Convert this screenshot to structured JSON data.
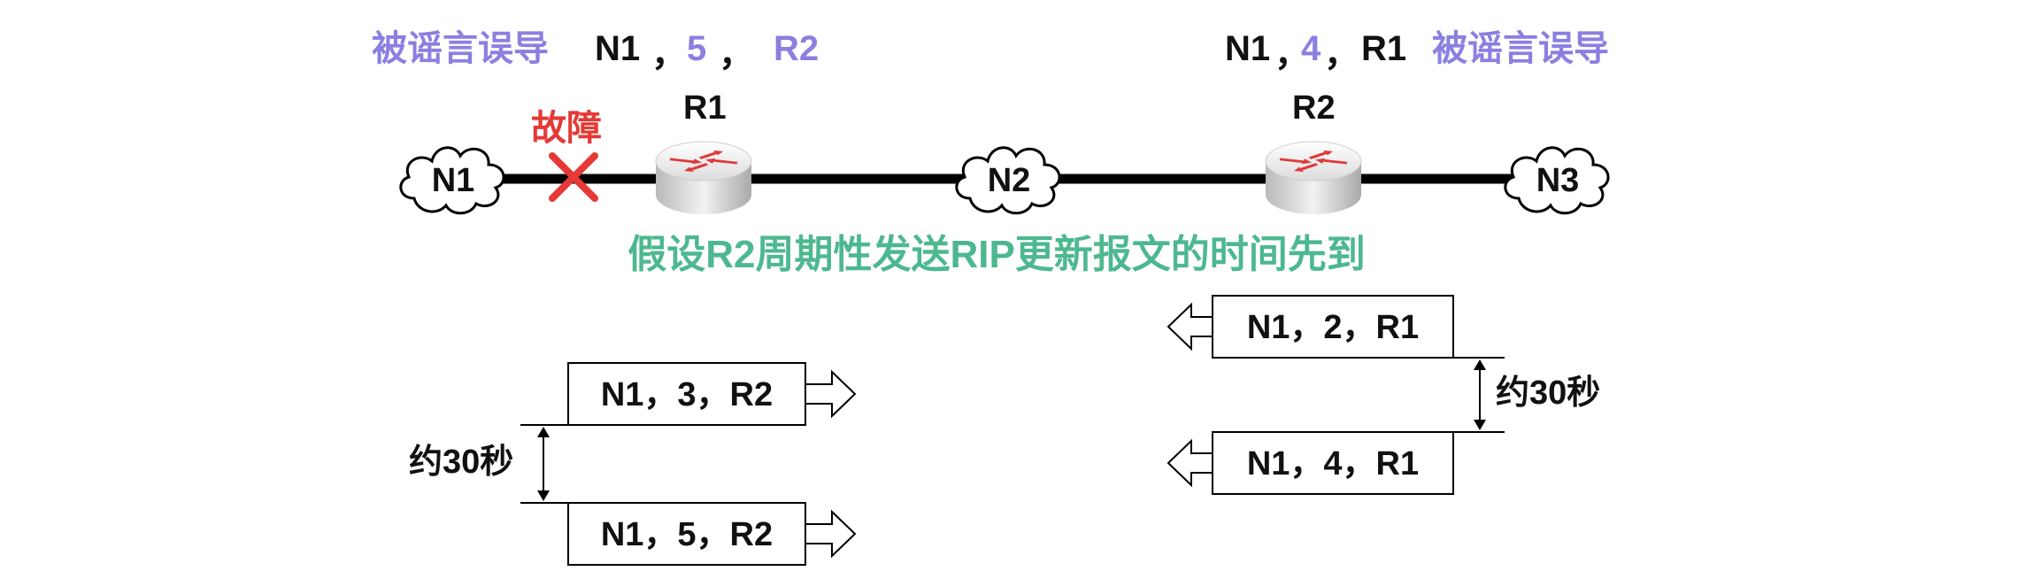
{
  "top_left_annotation": {
    "prefix": "被谣言误导",
    "n1": "N1",
    "sep1": "，",
    "distance": "5",
    "sep2": "，",
    "router": "R2"
  },
  "top_right_annotation": {
    "n1": "N1",
    "sep1": "，",
    "distance": "4",
    "sep2": "，",
    "router": "R1",
    "suffix": "被谣言误导"
  },
  "network": {
    "n1": "N1",
    "n2": "N2",
    "n3": "N3",
    "r1": "R1",
    "r2": "R2",
    "fault_label": "故障"
  },
  "caption": "假设R2周期性发送RIP更新报文的时间先到",
  "left_updates": {
    "msg_a": "N1，3，R2",
    "msg_b": "N1，5，R2",
    "interval": "约30秒"
  },
  "right_updates": {
    "msg_a": "N1，2，R1",
    "msg_b": "N1，4，R1",
    "interval": "约30秒"
  },
  "colors": {
    "purple": "#8B7FE0",
    "red": "#E53935",
    "teal": "#4DB890",
    "black": "#111111"
  }
}
